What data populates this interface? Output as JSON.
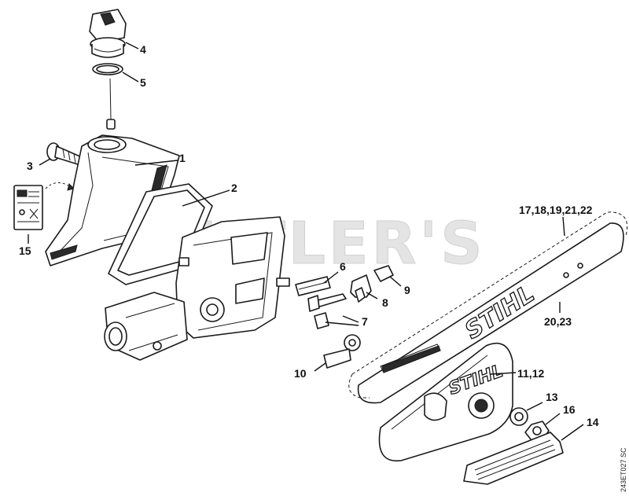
{
  "diagram": {
    "watermark": "CUTLER'S",
    "document_id": "243ET027 SC",
    "brand_on_bar": "STIHL",
    "brand_on_cover": "STIHL",
    "callouts": [
      "1",
      "2",
      "3",
      "4",
      "5",
      "6",
      "7",
      "8",
      "9",
      "10",
      "11,12",
      "13",
      "14",
      "15",
      "16",
      "17,18,19,21,22",
      "20,23"
    ]
  }
}
